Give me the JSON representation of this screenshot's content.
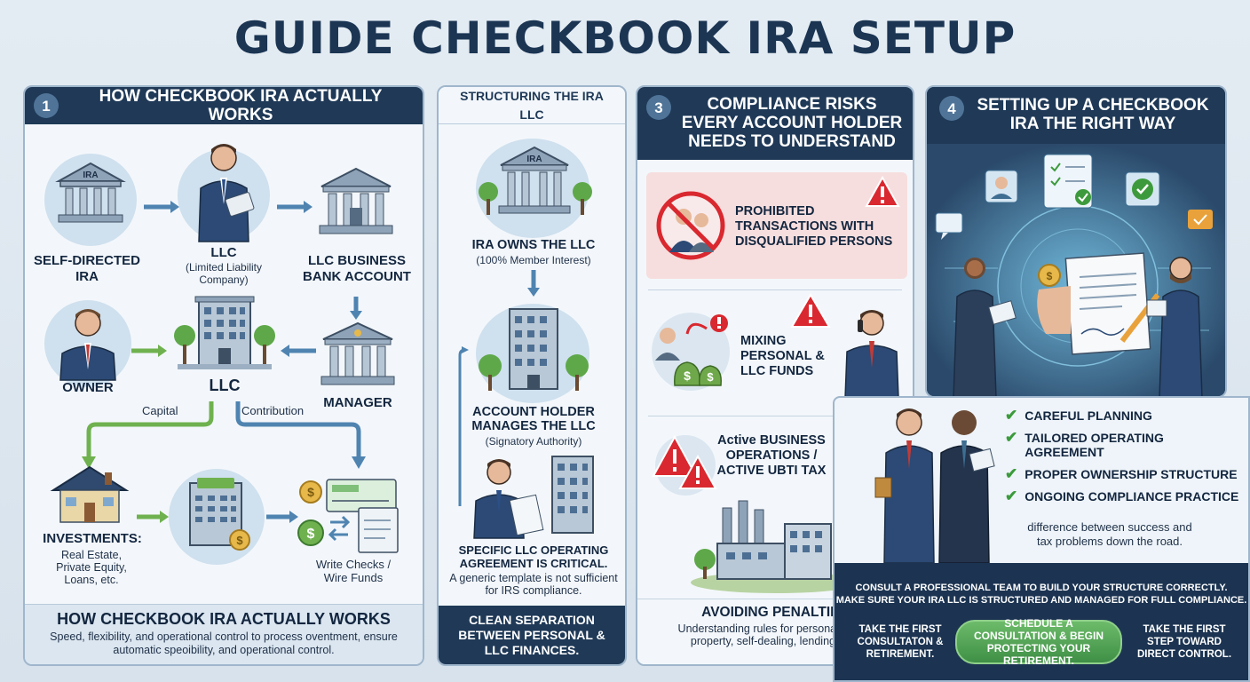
{
  "title": "GUIDE CHECKBOOK IRA SETUP",
  "panel1": {
    "num": "1",
    "heading": "HOW CHECKBOOK IRA ACTUALLY WORKS",
    "node_ira_tag": "IRA",
    "node_self_directed": "SELF-DIRECTED IRA",
    "node_llc": "LLC",
    "node_llc_sub": "(Limited Liability Company)",
    "node_bank": "LLC BUSINESS BANK ACCOUNT",
    "node_owner": "OWNER",
    "node_llc_center": "LLC",
    "node_manager": "MANAGER",
    "label_capital": "Capital",
    "label_contribution": "Contribution",
    "node_investments": "INVESTMENTS:",
    "node_investments_sub": "Real Estate, Private Equity, Loans, etc.",
    "node_write_checks": "Write Checks / Wire Funds",
    "footer_title": "HOW CHECKBOOK IRA ACTUALLY WORKS",
    "footer_text": "Speed, flexibility, and operational control to process oventment, ensure automatic speoibility, and operational control."
  },
  "panel2": {
    "heading": "STRUCTURING THE IRA LLC",
    "ira_tag": "IRA",
    "owns_title": "IRA OWNS THE LLC",
    "owns_sub": "(100% Member Interest)",
    "manages_title": "ACCOUNT HOLDER MANAGES THE LLC",
    "manages_sub": "(Signatory Authority)",
    "agreement_title": "SPECIFIC LLC OPERATING AGREEMENT IS CRITICAL.",
    "agreement_sub": "A generic template is not sufficient for IRS compliance.",
    "footer": "CLEAN SEPARATION BETWEEN PERSONAL & LLC FINANCES."
  },
  "panel3": {
    "num": "3",
    "heading": "COMPLIANCE RISKS EVERY ACCOUNT HOLDER NEEDS TO UNDERSTAND",
    "risk1": "PROHIBITED TRANSACTIONS WITH DISQUALIFIED PERSONS",
    "risk2": "MIXING PERSONAL & LLC FUNDS",
    "risk3_a": "Active BUSINESS OPERATIONS /",
    "risk3_b": "ACTIVE UBTI TAX",
    "footer_title": "AVOIDING PENALTIES",
    "footer_text": "Understanding rules for personal use of property, self-dealing, lending, etc."
  },
  "panel4": {
    "num": "4",
    "heading": "SETTING UP A CHECKBOOK IRA THE RIGHT WAY",
    "checks": [
      "CAREFUL PLANNING",
      "TAILORED OPERATING AGREEMENT",
      "PROPER OWNERSHIP STRUCTURE",
      "ONGOING COMPLIANCE PRACTICE"
    ],
    "note": "difference between success and tax problems down the road.",
    "cta_line1": "CONSULT A PROFESSIONAL TEAM TO BUILD YOUR STRUCTURE CORRECTLY.",
    "cta_line2": "MAKE SURE YOUR IRA LLC IS STRUCTURED AND MANAGED FOR FULL COMPLIANCE.",
    "left_text": "TAKE THE FIRST CONSULTATON & RETIREMENT.",
    "button": "SCHEDULE A CONSULTATION & BEGIN PROTECTING YOUR RETIREMENT.",
    "right_text": "TAKE THE FIRST STEP TOWARD DIRECT CONTROL."
  },
  "colors": {
    "navy": "#1f3957",
    "accent_blue": "#4f84b1",
    "accent_green": "#6fb14f",
    "warning_red": "#d9282f",
    "risk_bg": "#f7dede"
  }
}
